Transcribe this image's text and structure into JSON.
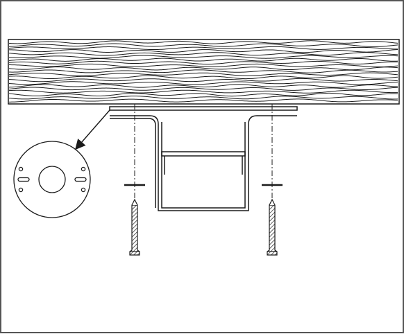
{
  "diagram": {
    "kind": "mounting-illustration",
    "parts": [
      {
        "name": "wooden-beam",
        "description_shown": false
      },
      {
        "name": "mounting-bracket"
      },
      {
        "name": "canopy-plate-detail"
      },
      {
        "name": "screw-left"
      },
      {
        "name": "screw-right"
      }
    ],
    "colors": {
      "stroke": "#1a1a1a",
      "background": "#ffffff",
      "frame": "#555555"
    },
    "icons": [
      "arrow-icon",
      "screw-icon",
      "wood-grain-icon"
    ]
  }
}
